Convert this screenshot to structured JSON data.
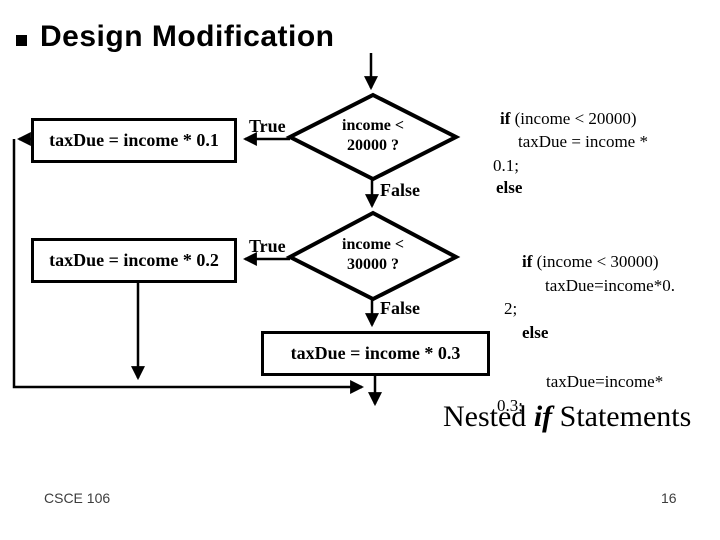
{
  "title": {
    "text": "Design Modification"
  },
  "flowchart": {
    "box1": "taxDue = income * 0.1",
    "box2": "taxDue = income * 0.2",
    "box3": "taxDue = income * 0.3",
    "diamond1": {
      "line1": "income <",
      "line2": "20000 ?"
    },
    "diamond2": {
      "line1": "income <",
      "line2": "30000 ?"
    },
    "true1": "True",
    "true2": "True",
    "false1": "False",
    "false2": "False"
  },
  "code": {
    "block1": {
      "kw_if": "if",
      "cond": " (income < 20000)",
      "line2": "taxDue = income *",
      "line3": "0.1;",
      "kw_else": "else"
    },
    "block2": {
      "kw_if": "if",
      "cond": " (income < 30000)",
      "line2": "taxDue=income*0.",
      "line3": "2;",
      "kw_else": "else",
      "line5": "taxDue=income*",
      "line6": "0.3;"
    }
  },
  "caption": {
    "pre": "Nested ",
    "if": "if",
    "post": " Statements"
  },
  "footer": {
    "course": "CSCE 106",
    "page": "16"
  },
  "colors": {
    "ink": "#000000",
    "footer_text": "#3d3d3d",
    "background": "#ffffff"
  }
}
